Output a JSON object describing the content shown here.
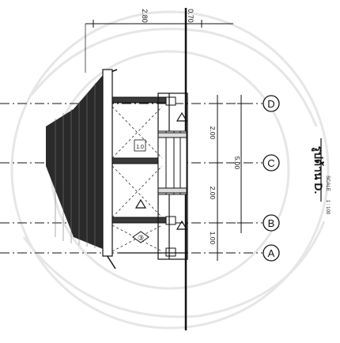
{
  "drawing": {
    "title": "รูปด้าน D.",
    "scale_label": "SCALE",
    "scale_value": "1 : 100"
  },
  "grid_bubbles": [
    "A",
    "B",
    "C",
    "D"
  ],
  "dimensions": {
    "bay_ab": "1.00",
    "bay_bc": "2.00",
    "bay_cd": "2.00",
    "overall_bd": "5.00",
    "height_upper": "2.80",
    "height_lower": "0.70"
  },
  "symbols": {
    "room_tag": "③",
    "level_mark": "1.0"
  },
  "colors": {
    "ink": "#1a1a1a",
    "paper": "#ffffff",
    "watermark": "#e6e6e6"
  }
}
